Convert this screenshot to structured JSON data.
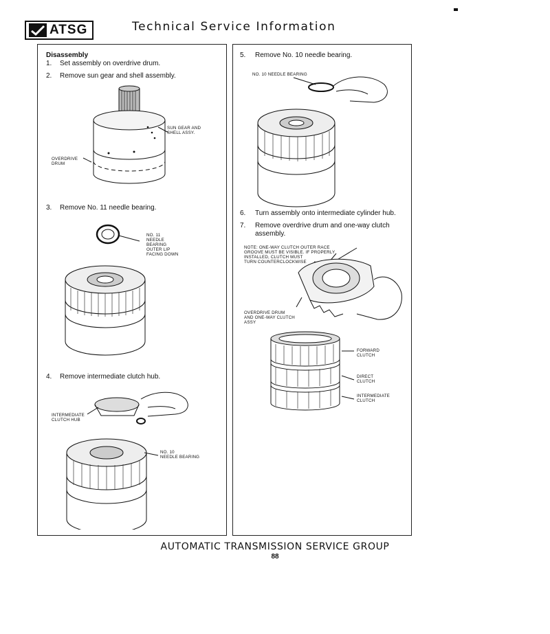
{
  "header": {
    "logo_text": "ATSG",
    "title": "Technical Service Information"
  },
  "left_panel": {
    "section_title": "Disassembly",
    "steps": [
      {
        "num": "1.",
        "text": "Set assembly on overdrive drum."
      },
      {
        "num": "2.",
        "text": "Remove sun gear and shell assembly."
      },
      {
        "num": "3.",
        "text": "Remove No. 11 needle bearing."
      },
      {
        "num": "4.",
        "text": "Remove intermediate clutch hub."
      }
    ],
    "labels": {
      "sun_gear_line1": "SUN GEAR AND",
      "sun_gear_line2": "SHELL ASSY.",
      "overdrive_line1": "OVERDRIVE",
      "overdrive_line2": "DRUM",
      "no11_line1": "NO. 11",
      "no11_line2": "NEEDLE",
      "no11_line3": "BEARING",
      "no11_line4": "OUTER LIP",
      "no11_line5": "FACING DOWN",
      "int_hub_line1": "INTERMEDIATE",
      "int_hub_line2": "CLUTCH HUB",
      "no10_line1": "NO. 10",
      "no10_line2": "NEEDLE BEARING"
    }
  },
  "right_panel": {
    "steps": [
      {
        "num": "5.",
        "text": "Remove No. 10 needle bearing."
      },
      {
        "num": "6.",
        "text": "Turn assembly onto intermediate cylinder hub."
      },
      {
        "num": "7.",
        "text": "Remove overdrive drum and one-way clutch",
        "text2": "assembly."
      }
    ],
    "labels": {
      "no10_bearing": "NO. 10 NEEDLE BEARING",
      "note_line1": "NOTE: ONE-WAY CLUTCH OUTER RACE",
      "note_line2": "GROOVE MUST BE VISIBLE. IF PROPERLY",
      "note_line3": "INSTALLED, CLUTCH MUST",
      "note_line4": "TURN COUNTERCLOCKWISE",
      "od_drum_line1": "OVERDRIVE DRUM",
      "od_drum_line2": "AND ONE-WAY CLUTCH",
      "od_drum_line3": "ASSY",
      "forward_line1": "FORWARD",
      "forward_line2": "CLUTCH",
      "direct_line1": "DIRECT",
      "direct_line2": "CLUTCH",
      "intermediate_line1": "INTERMEDIATE",
      "intermediate_line2": "CLUTCH"
    }
  },
  "footer": {
    "group": "AUTOMATIC TRANSMISSION SERVICE GROUP",
    "page": "88"
  }
}
